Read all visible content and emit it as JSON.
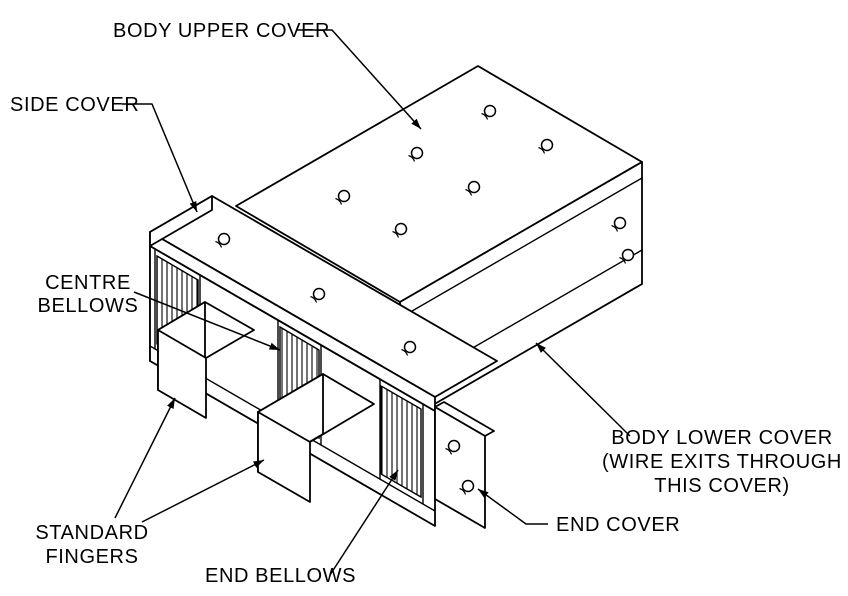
{
  "figure": {
    "background_color": "#ffffff",
    "line_color": "#000000"
  },
  "labels": {
    "body_upper_cover": "BODY UPPER COVER",
    "side_cover": "SIDE COVER",
    "centre_bellows": {
      "line1": "CENTRE",
      "line2": "BELLOWS"
    },
    "standard_fingers": {
      "line1": "STANDARD",
      "line2": "FINGERS"
    },
    "end_bellows": "END BELLOWS",
    "end_cover": "END COVER",
    "body_lower_cover": {
      "line1": "BODY LOWER COVER",
      "line2": "(WIRE EXITS THROUGH",
      "line3": "THIS COVER)"
    }
  }
}
